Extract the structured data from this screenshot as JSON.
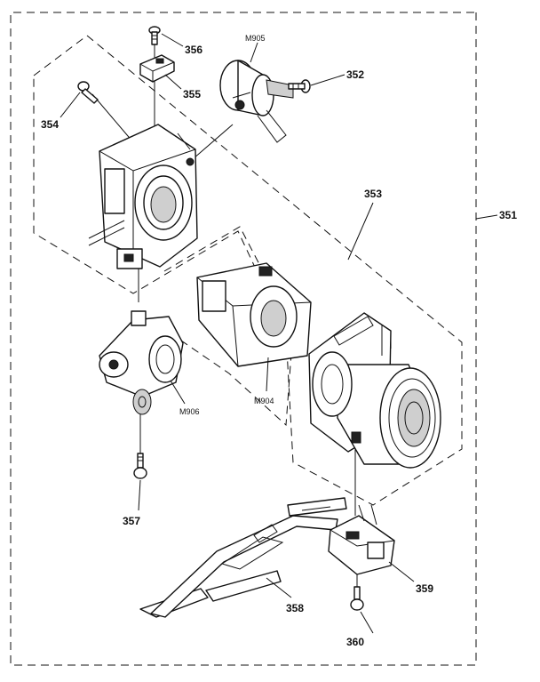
{
  "labels": {
    "p351": "351",
    "p352": "352",
    "p353": "353",
    "p354": "354",
    "p355": "355",
    "p356": "356",
    "p357": "357",
    "p358": "358",
    "p359": "359",
    "p360": "360",
    "m904": "M904",
    "m905": "M905",
    "m906": "M906"
  }
}
